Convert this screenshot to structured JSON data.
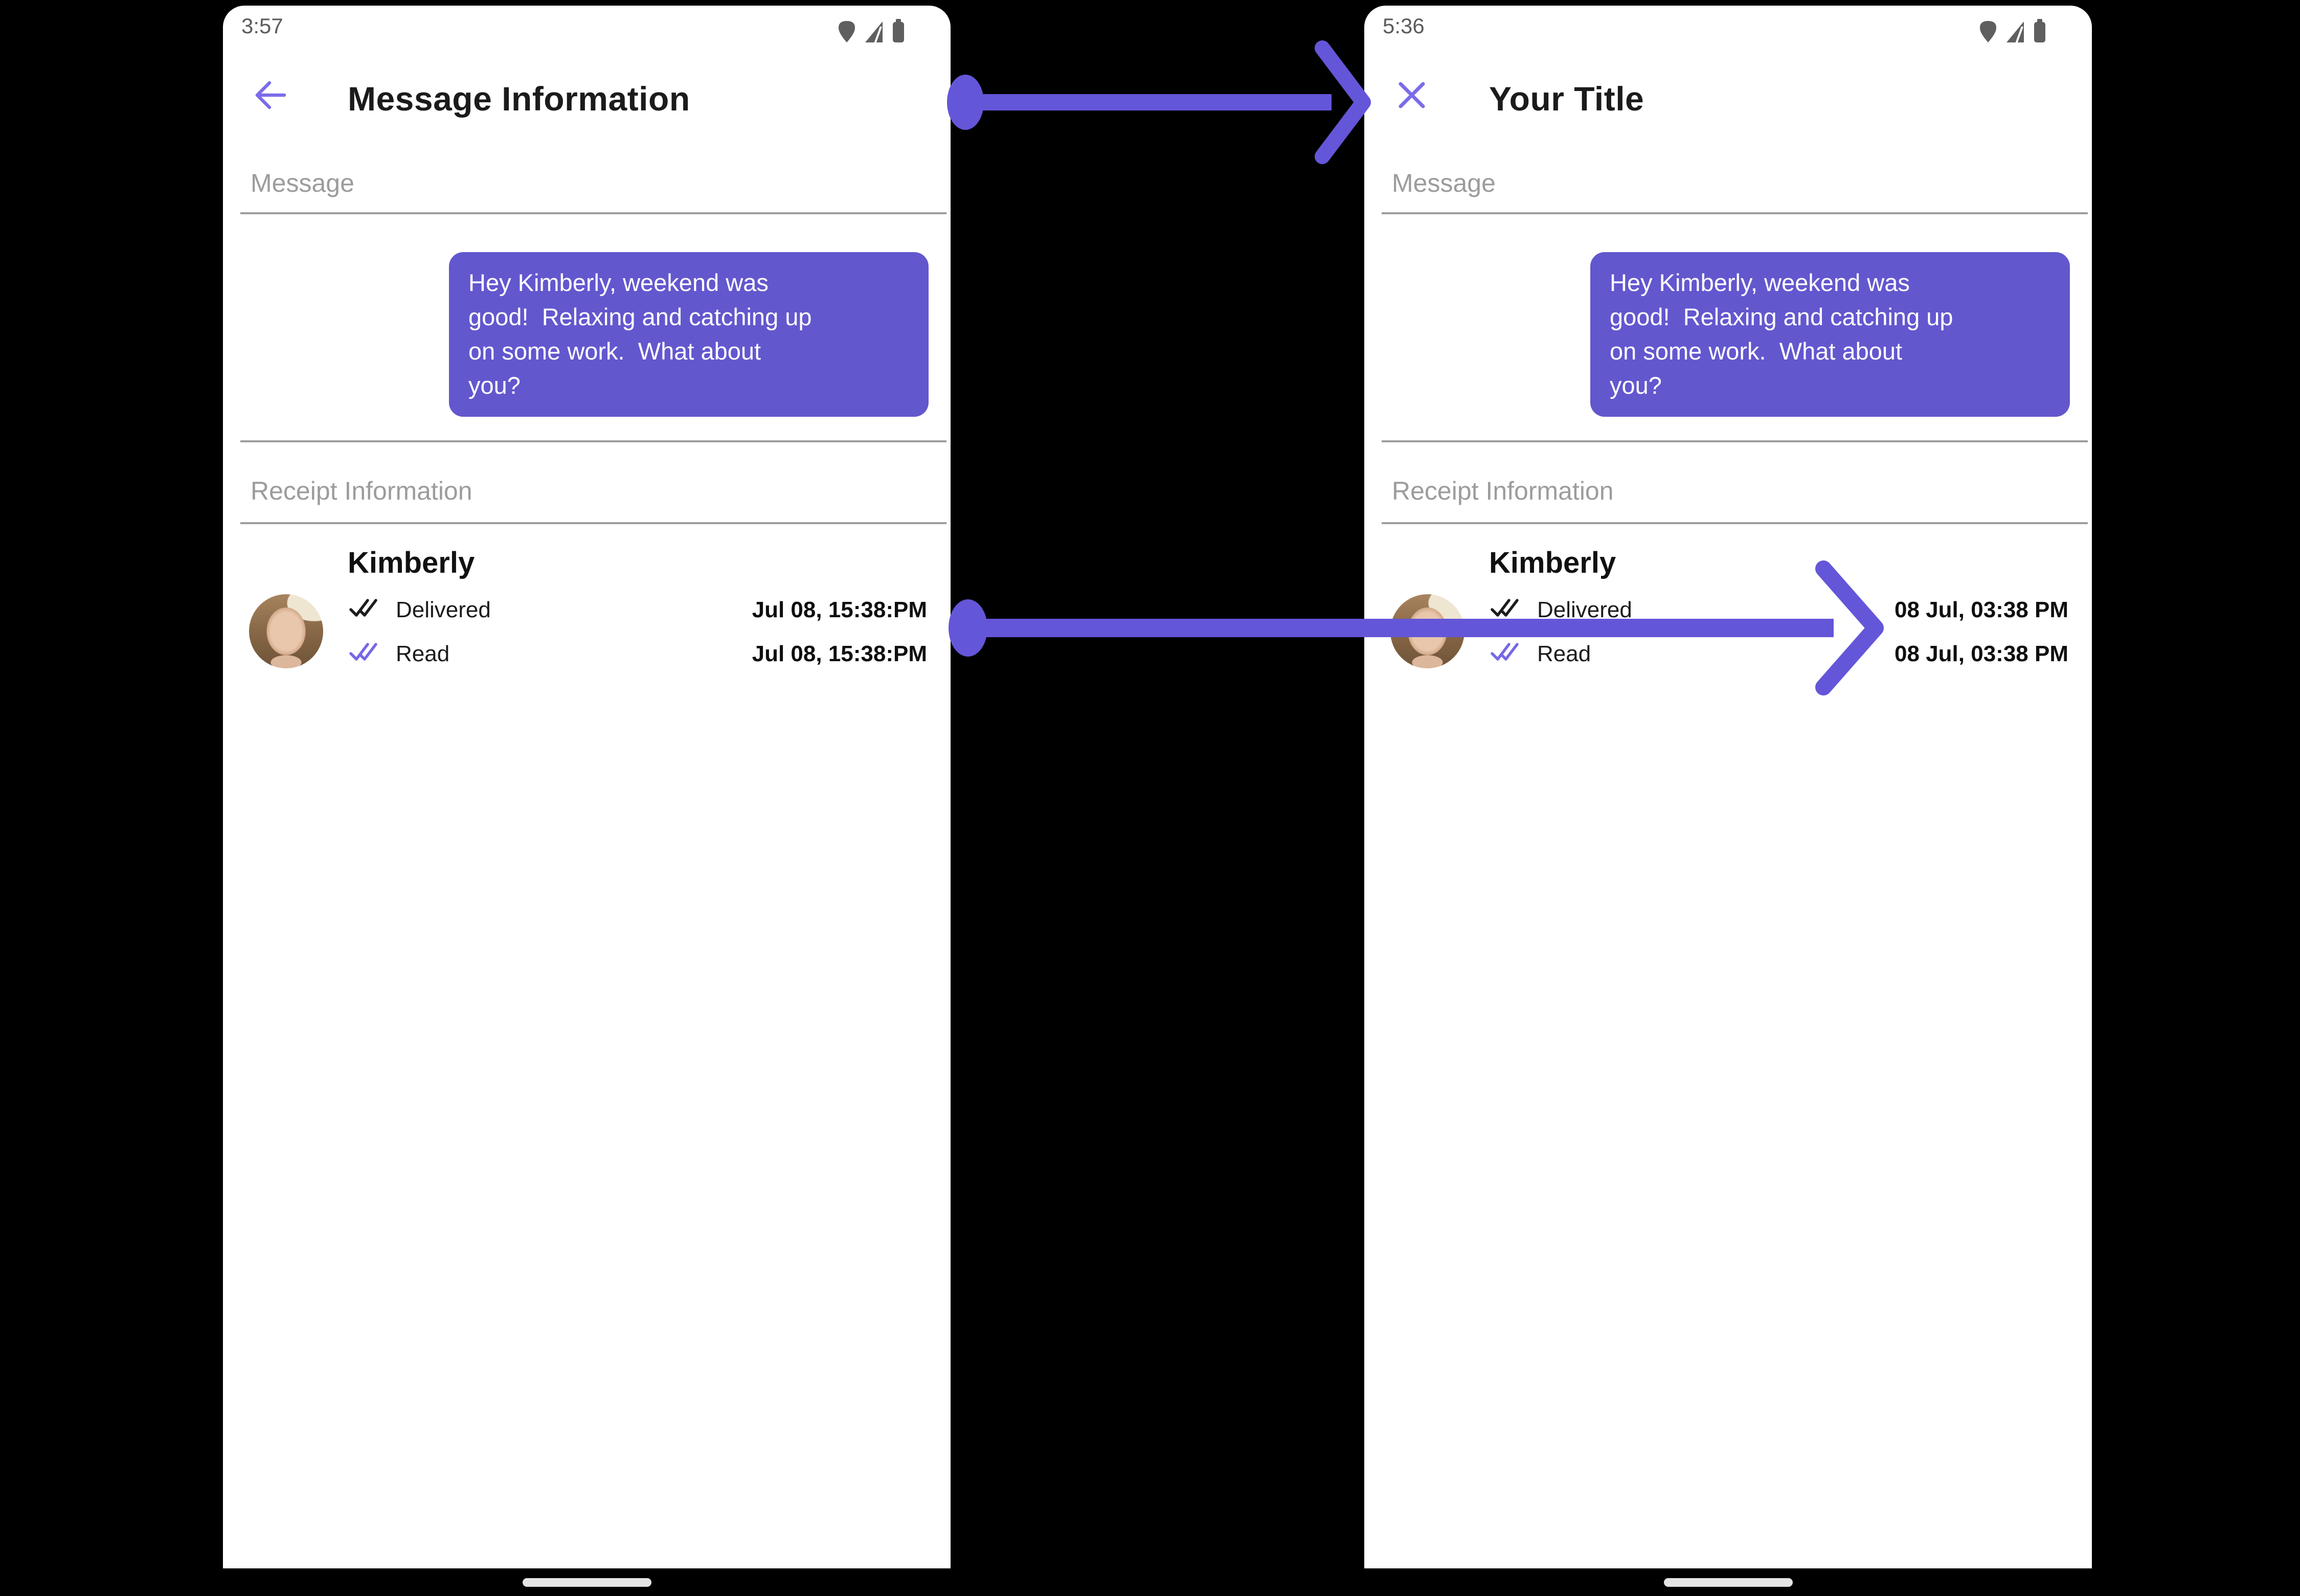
{
  "colors": {
    "background": "#000000",
    "phone_background": "#ffffff",
    "bubble_purple": "#6357CE",
    "annotation_arrow_purple": "#6456D8",
    "nav_icon_purple": "#7A6CEA",
    "read_check_purple": "#7668E6",
    "title_text": "#1b1b1b",
    "section_label_gray": "#9c9c9c",
    "divider_gray": "#9e9e9e",
    "status_bar_gray": "#5c5c5c"
  },
  "left_phone": {
    "status_time": "3:57",
    "title": "Message Information",
    "message_label": "Message",
    "bubble_text": "Hey Kimberly, weekend was\ngood!  Relaxing and catching up\non some work.  What about\nyou?",
    "receipt_label": "Receipt Information",
    "contact_name": "Kimberly",
    "receipts": [
      {
        "status": "Delivered",
        "timestamp": "Jul 08, 15:38:PM"
      },
      {
        "status": "Read",
        "timestamp": "Jul 08, 15:38:PM"
      }
    ]
  },
  "right_phone": {
    "status_time": "5:36",
    "title": "Your Title",
    "message_label": "Message",
    "bubble_text": "Hey Kimberly, weekend was\ngood!  Relaxing and catching up\non some work.  What about\nyou?",
    "receipt_label": "Receipt Information",
    "contact_name": "Kimberly",
    "receipts": [
      {
        "status": "Delivered",
        "timestamp": "08 Jul, 03:38 PM"
      },
      {
        "status": "Read",
        "timestamp": "08 Jul, 03:38 PM"
      }
    ]
  }
}
